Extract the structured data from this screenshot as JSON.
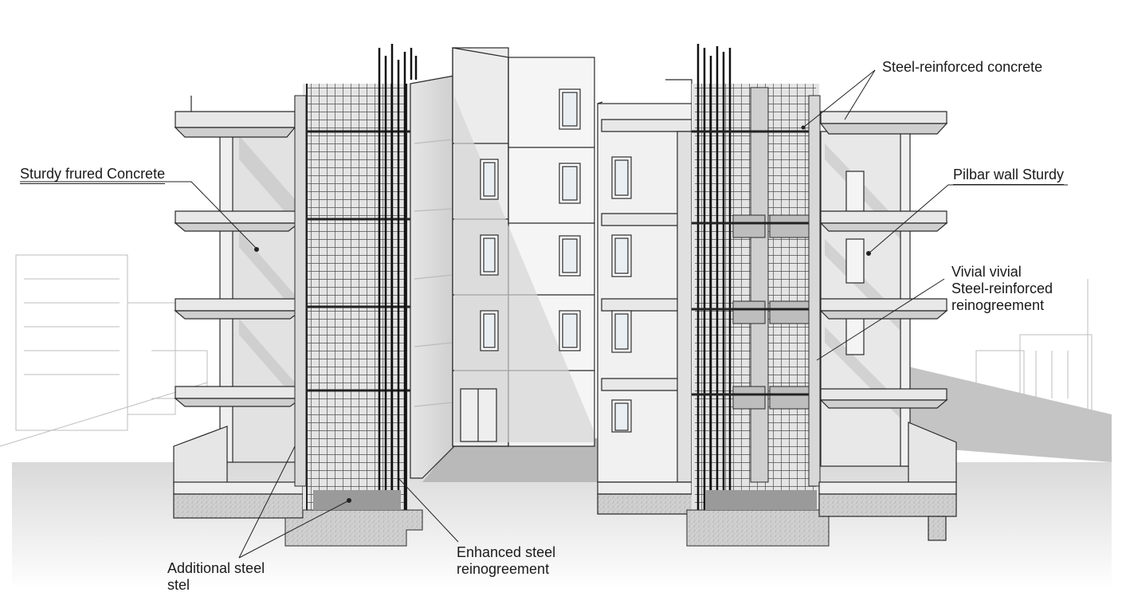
{
  "labels": {
    "sturdy_concrete": "Sturdy frured Concrete",
    "steel_concrete": "Steel-reinforced concrete",
    "pilbar_wall": "Pilbar wall Sturdy",
    "vivial_line1": "Vivial vivial",
    "vivial_line2": "Steel-reinforced",
    "vivial_line3": "reinogreement",
    "additional_line1": "Additional steel",
    "additional_line2": "stel",
    "enhanced_line1": "Enhanced steel",
    "enhanced_line2": "reinogreement"
  },
  "colors": {
    "line": "#2a2a2a",
    "concrete_light": "#eeeeee",
    "concrete_mid": "#d4d4d4",
    "concrete_dark": "#a8a8a8",
    "rebar": "#333333",
    "ground": "#cfcfcf"
  }
}
